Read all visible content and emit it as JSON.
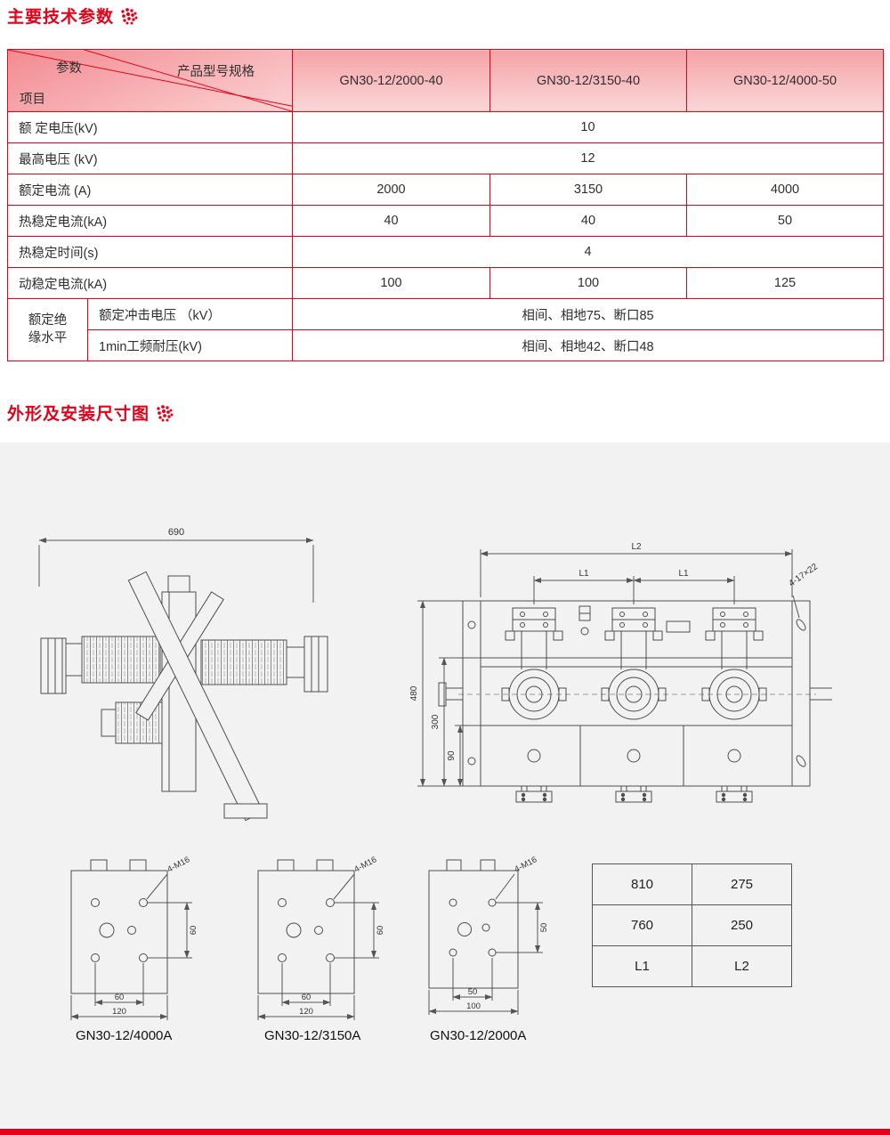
{
  "colors": {
    "accent": "#e60019",
    "panel_bg": "#f2f2f3",
    "line": "#4d4d4d"
  },
  "sections": {
    "params_title": "主要技术参数",
    "dims_title": "外形及安装尺寸图"
  },
  "spec_table": {
    "corner": {
      "param": "参数",
      "item": "项目",
      "model": "产品型号规格"
    },
    "models": [
      "GN30-12/2000-40",
      "GN30-12/3150-40",
      "GN30-12/4000-50"
    ],
    "rows": [
      {
        "label": "额 定电压(kV)",
        "value": "10"
      },
      {
        "label": "最高电压 (kV)",
        "value": "12"
      },
      {
        "label": "额定电流 (A)",
        "v1": "2000",
        "v2": "3150",
        "v3": "4000"
      },
      {
        "label": "热稳定电流(kA)",
        "v1": "40",
        "v2": "40",
        "v3": "50"
      },
      {
        "label": "热稳定时间(s)",
        "value": "4"
      },
      {
        "label": "动稳定电流(kA)",
        "v1": "100",
        "v2": "100",
        "v3": "125"
      }
    ],
    "insulation": {
      "group_line1": "额定绝",
      "group_line2": "缘水平",
      "rows": [
        {
          "label": "额定冲击电压 （kV）",
          "value": "相间、相地75、断口85"
        },
        {
          "label": "1min工频耐压(kV)",
          "value": "相间、相地42、断口48"
        }
      ]
    }
  },
  "drawings": {
    "side_view": {
      "width_dim": "690"
    },
    "front_view": {
      "l2": "L2",
      "l1_left": "L1",
      "l1_right": "L1",
      "holes": "4-17×22",
      "h_total": "480",
      "h_mid": "300",
      "h_bottom": "90"
    },
    "plates": [
      {
        "holes": "4-M16",
        "v": "60",
        "h1": "60",
        "h2": "120",
        "caption": "GN30-12/4000A"
      },
      {
        "holes": "4-M16",
        "v": "60",
        "h1": "60",
        "h2": "120",
        "caption": "GN30-12/3150A"
      },
      {
        "holes": "4-M16",
        "v": "50",
        "h1": "50",
        "h2": "100",
        "caption": "GN30-12/2000A"
      }
    ],
    "size_table": {
      "rows": [
        [
          "810",
          "275"
        ],
        [
          "760",
          "250"
        ],
        [
          "L1",
          "L2"
        ]
      ]
    }
  }
}
